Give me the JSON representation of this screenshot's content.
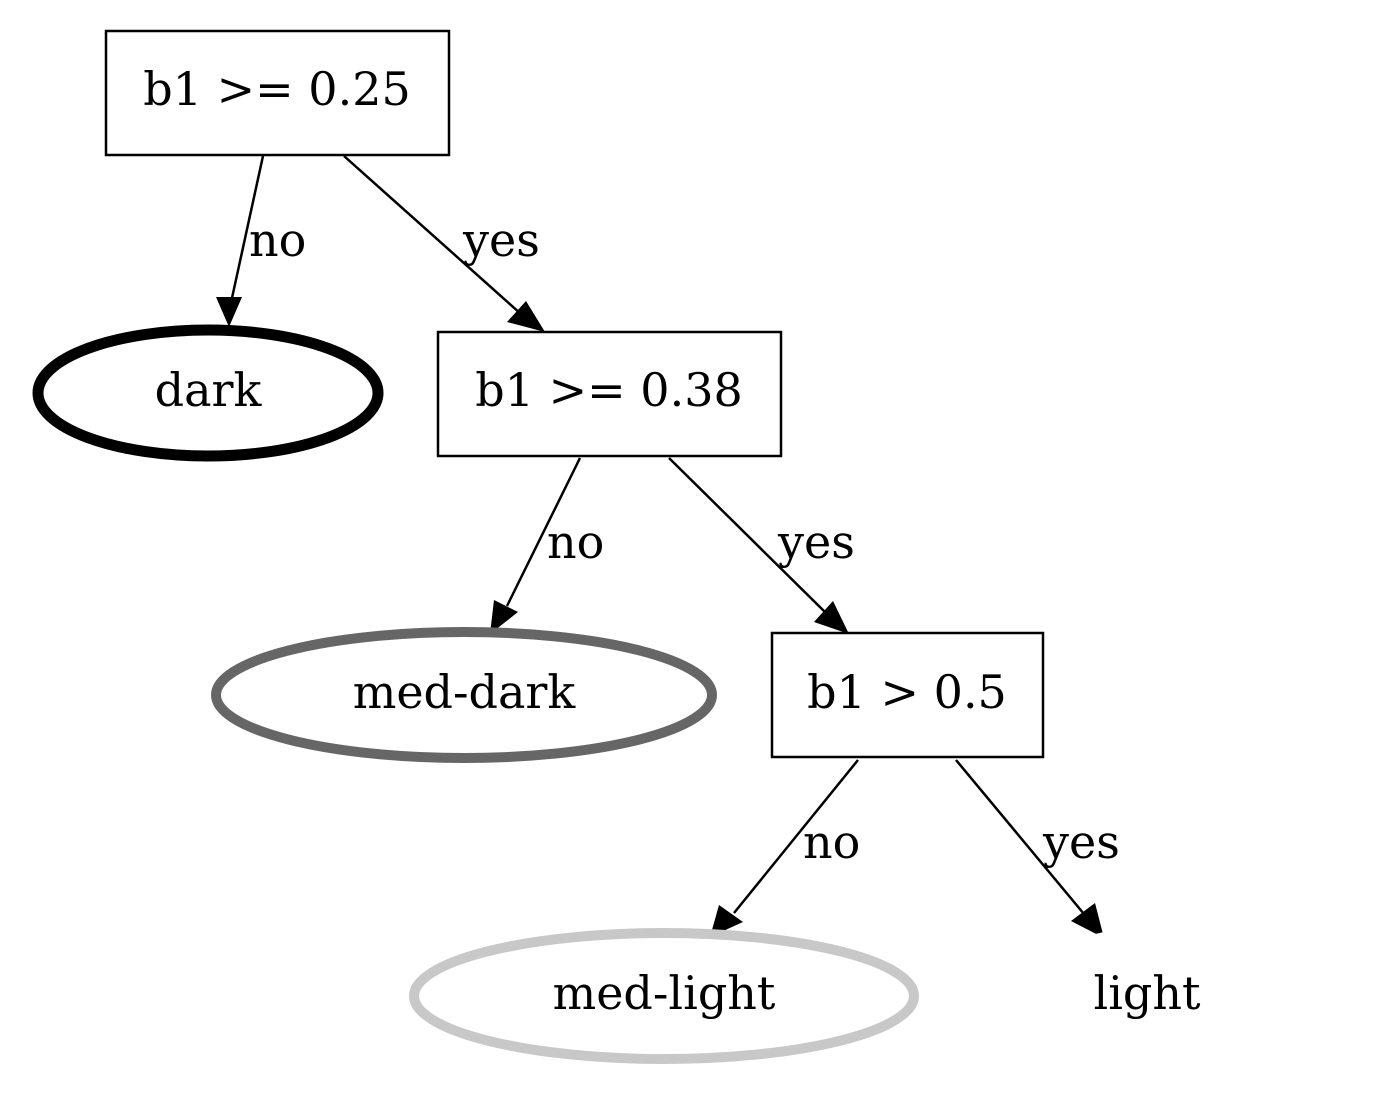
{
  "nodes": {
    "root": {
      "label": "b1 >= 0.25",
      "shape": "box"
    },
    "dark": {
      "label": "dark",
      "shape": "ellipse",
      "stroke_color": "#000000"
    },
    "split2": {
      "label": "b1 >= 0.38",
      "shape": "box"
    },
    "med_dark": {
      "label": "med-dark",
      "shape": "ellipse",
      "stroke_color": "#666666"
    },
    "split3": {
      "label": "b1 > 0.5",
      "shape": "box"
    },
    "med_light": {
      "label": "med-light",
      "shape": "ellipse",
      "stroke_color": "#c8c8c8"
    },
    "light": {
      "label": "light",
      "shape": "ellipse",
      "stroke_color": "#ffffff"
    }
  },
  "edges": {
    "root_dark": {
      "from": "root",
      "to": "dark",
      "label": "no"
    },
    "root_split2": {
      "from": "root",
      "to": "split2",
      "label": "yes"
    },
    "split2_med_dark": {
      "from": "split2",
      "to": "med_dark",
      "label": "no"
    },
    "split2_split3": {
      "from": "split2",
      "to": "split3",
      "label": "yes"
    },
    "split3_med_light": {
      "from": "split3",
      "to": "med_light",
      "label": "no"
    },
    "split3_light": {
      "from": "split3",
      "to": "light",
      "label": "yes"
    }
  }
}
